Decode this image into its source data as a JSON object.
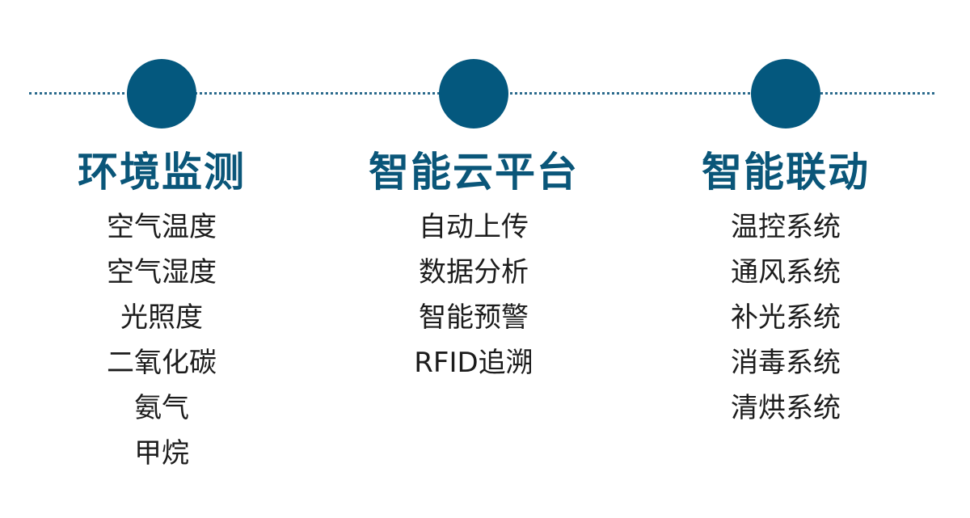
{
  "colors": {
    "accent": "#04587e",
    "heading": "#0a5679",
    "line": "#2a6a8c",
    "text": "#1c1c1c"
  },
  "columns": [
    {
      "title": "环境监测",
      "items": [
        "空气温度",
        "空气湿度",
        "光照度",
        "二氧化碳",
        "氨气",
        "甲烷"
      ]
    },
    {
      "title": "智能云平台",
      "items": [
        "自动上传",
        "数据分析",
        "智能预警",
        "RFID追溯"
      ]
    },
    {
      "title": "智能联动",
      "items": [
        "温控系统",
        "通风系统",
        "补光系统",
        "消毒系统",
        "清烘系统"
      ]
    }
  ]
}
